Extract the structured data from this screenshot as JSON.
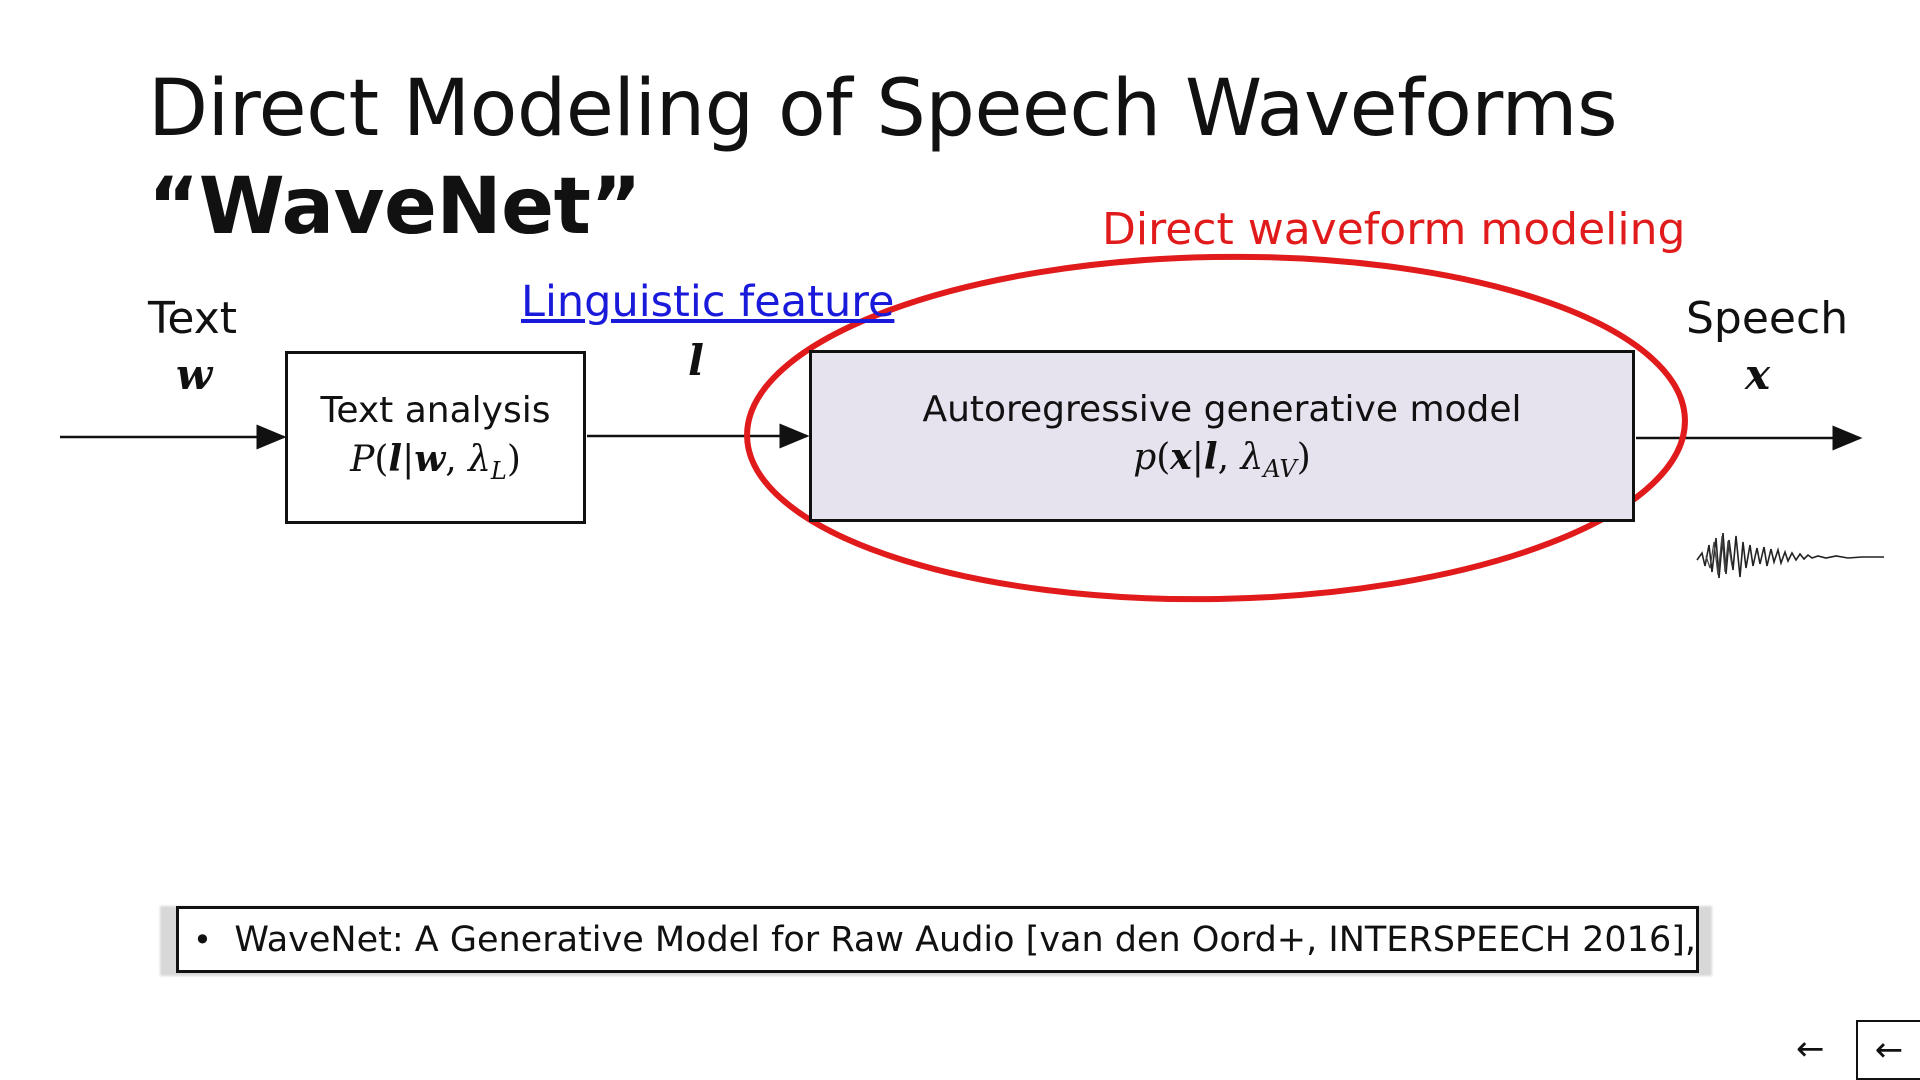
{
  "slide": {
    "title_line1": "Direct Modeling of Speech Waveforms",
    "title_line2": "“WaveNet”"
  },
  "diagram": {
    "input_label": "Text",
    "input_var": "w",
    "feature_link": "Linguistic feature",
    "feature_var": "l",
    "output_label": "Speech",
    "output_var": "x",
    "highlight_label": "Direct waveform modeling",
    "text_box": {
      "title": "Text analysis",
      "formula_p": "P",
      "formula_l": "l",
      "formula_w": "w",
      "formula_lambda": "λ",
      "formula_sub": "L"
    },
    "model_box": {
      "title": "Autoregressive generative model",
      "formula_p": "p",
      "formula_x": "x",
      "formula_l": "l",
      "formula_lambda": "λ",
      "formula_sub": "AV"
    }
  },
  "reference": {
    "bullet": "•",
    "text": "WaveNet: A Generative Model for Raw Audio [van den Oord+, INTERSPEECH 2016],"
  },
  "nav": {
    "back_icon": "←",
    "back_boxed_icon": "←"
  },
  "colors": {
    "highlight": "#e11b1b",
    "link": "#1a1adb",
    "model_fill": "#e6e2ee"
  },
  "icons": [
    "arrow-left-icon",
    "waveform-icon"
  ]
}
